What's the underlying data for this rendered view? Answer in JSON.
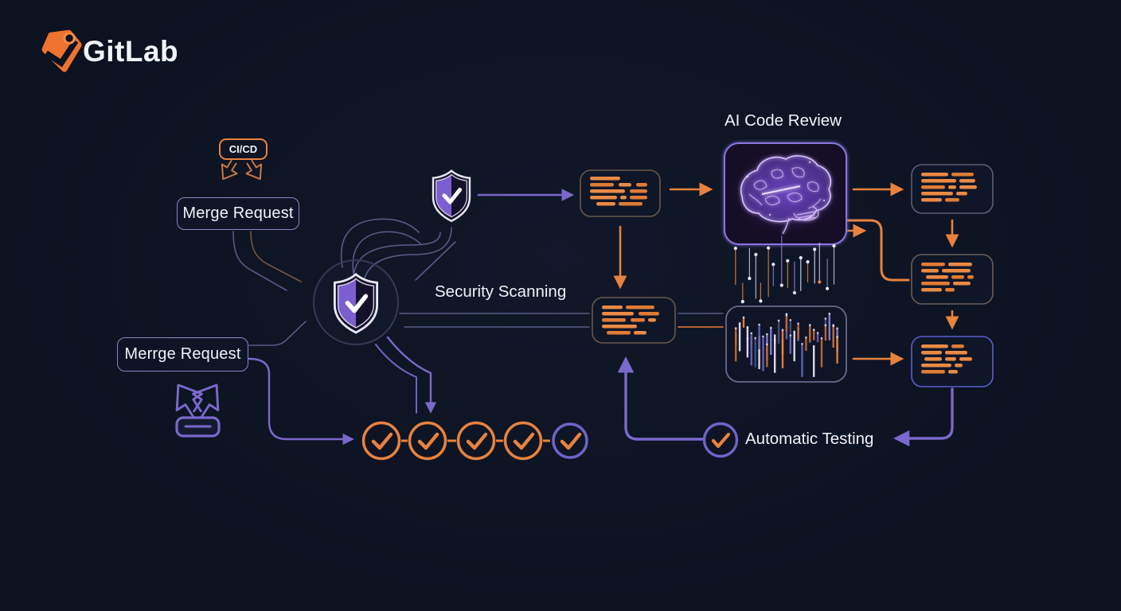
{
  "header": {
    "logo_text": "GitLab"
  },
  "colors": {
    "background": "#0c1220",
    "orange": "#e8823e",
    "orange_dim": "#c9773f",
    "purple": "#7b68cc",
    "purple_fill": "#7b5fd0",
    "purple_thin_line": "#565b86",
    "light_purple_border": "#8b86c9",
    "white": "#f2f3f7",
    "brain_glow": "#7b4fe0"
  },
  "diagram": {
    "labels": {
      "cicd": "CI/CD",
      "merge_request_top": "Merge Request",
      "merge_request_bottom": "Merrge Request",
      "security_scanning": "Security Scanning",
      "ai_code_review": "AI Code Review",
      "automatic_testing": "Automatic Testing"
    },
    "checkmark_row_count": 5,
    "icon_names": [
      "gitlab-tag-icon",
      "cicd-split-arrows-icon",
      "shield-check-icon",
      "code-block-icon",
      "ai-brain-icon",
      "circuit-bars-icon",
      "git-merge-icon",
      "check-circle-icon"
    ]
  }
}
